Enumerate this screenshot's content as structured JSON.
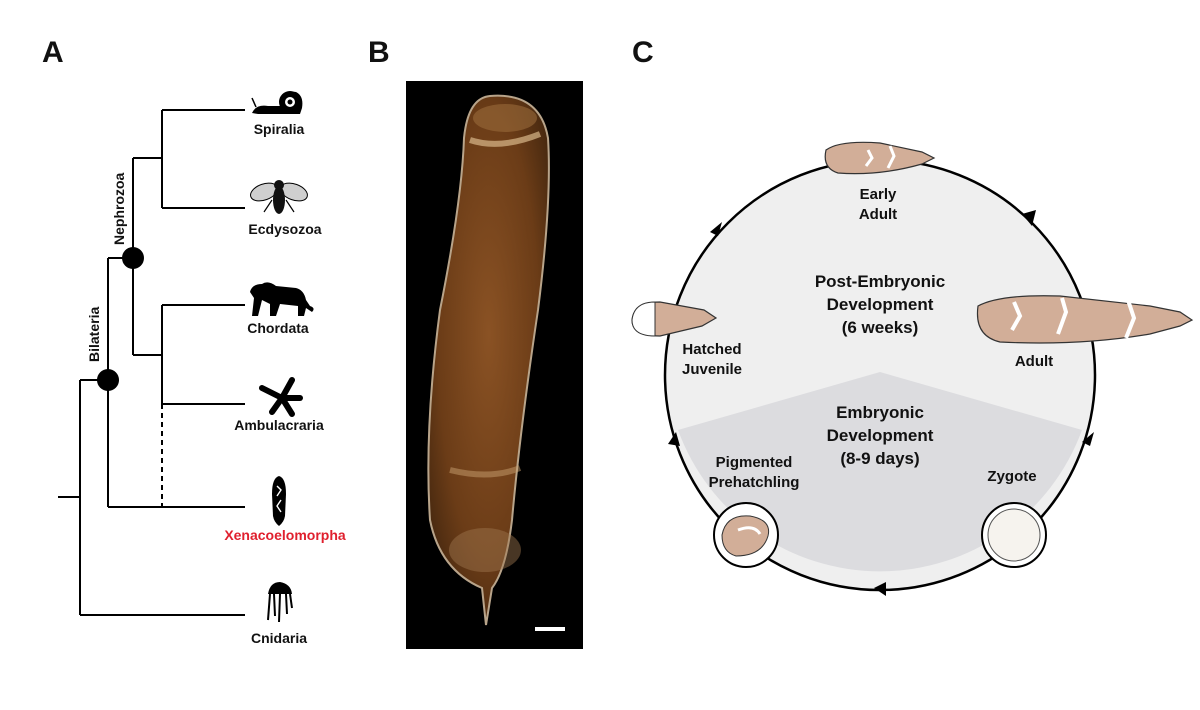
{
  "panels": {
    "a": {
      "letter": "A",
      "clade_labels": {
        "bilateria": "Bilateria",
        "nephrozoa": "Nephrozoa"
      },
      "taxa": {
        "spiralia": {
          "label": "Spiralia",
          "icon": "snail-icon"
        },
        "ecdysozoa": {
          "label": "Ecdysozoa",
          "icon": "fly-icon"
        },
        "chordata": {
          "label": "Chordata",
          "icon": "big-cat-icon"
        },
        "ambulacraria": {
          "label": "Ambulacraria",
          "icon": "starfish-icon"
        },
        "xenacoelomorpha": {
          "label": "Xenacoelomorpha",
          "icon": "acoel-worm-icon",
          "color": "#e0202e"
        },
        "cnidaria": {
          "label": "Cnidaria",
          "icon": "jellyfish-icon"
        }
      }
    },
    "b": {
      "letter": "B",
      "image": "acoel-worm-micrograph"
    },
    "c": {
      "letter": "C",
      "post_embryonic": {
        "line1": "Post-Embryonic",
        "line2": "Development",
        "line3": "(6 weeks)"
      },
      "embryonic": {
        "line1": "Embryonic",
        "line2": "Development",
        "line3": "(8-9 days)"
      },
      "stages": {
        "early_adult": {
          "line1": "Early",
          "line2": "Adult"
        },
        "adult": "Adult",
        "zygote": "Zygote",
        "pigmented_prehatchling": {
          "line1": "Pigmented",
          "line2": "Prehatchling"
        },
        "hatched_juvenile": {
          "line1": "Hatched",
          "line2": "Juvenile"
        }
      },
      "colors": {
        "worm": "#d2ae98",
        "post_fill": "#efefef",
        "embryo_fill": "#dcdcdf"
      }
    }
  }
}
